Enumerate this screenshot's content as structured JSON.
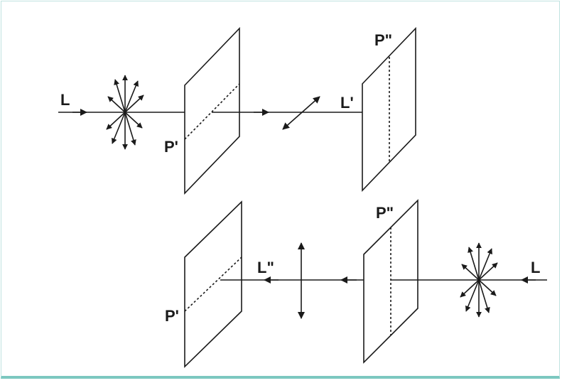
{
  "labels": {
    "top_beam_in": "L",
    "top_polarizer_1": "P'",
    "top_beam_mid": "L'",
    "top_polarizer_2": "P\"",
    "bottom_polarizer_2": "P\"",
    "bottom_beam_mid": "L\"",
    "bottom_polarizer_1": "P'",
    "bottom_beam_in": "L"
  },
  "colors": {
    "stroke": "#1a1a1a",
    "frame_border": "#bfe3e0",
    "frame_bottom": "#7cc8c0"
  }
}
